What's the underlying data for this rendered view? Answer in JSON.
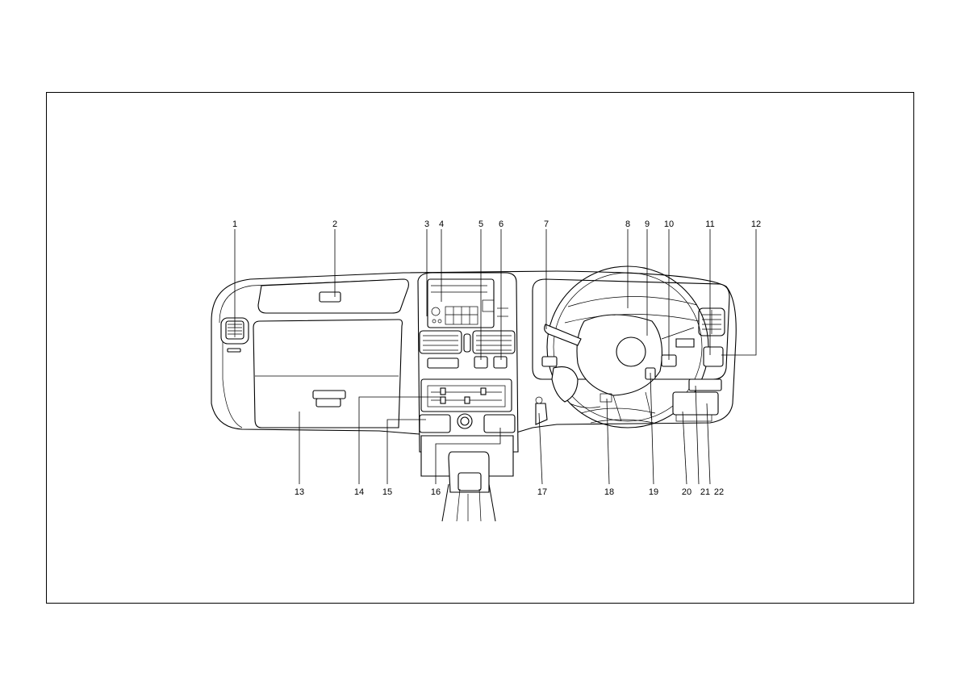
{
  "callouts": [
    {
      "label": "1"
    },
    {
      "label": "2"
    },
    {
      "label": "3"
    },
    {
      "label": "4"
    },
    {
      "label": "5"
    },
    {
      "label": "6"
    },
    {
      "label": "7"
    },
    {
      "label": "8"
    },
    {
      "label": "9"
    },
    {
      "label": "10"
    },
    {
      "label": "11"
    },
    {
      "label": "12"
    },
    {
      "label": "13"
    },
    {
      "label": "14"
    },
    {
      "label": "15"
    },
    {
      "label": "16"
    },
    {
      "label": "17"
    },
    {
      "label": "18"
    },
    {
      "label": "19"
    },
    {
      "label": "20"
    },
    {
      "label": "21"
    },
    {
      "label": "22"
    }
  ],
  "colors": {
    "line": "#000000",
    "background": "#ffffff"
  }
}
